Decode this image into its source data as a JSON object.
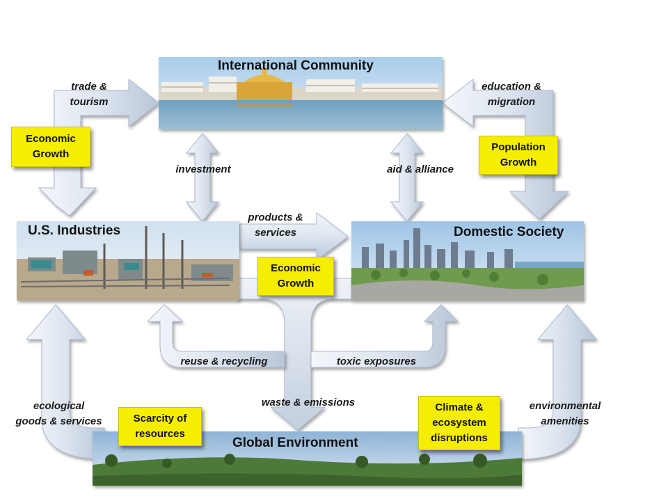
{
  "nodes": {
    "international": "International Community",
    "industries": "U.S. Industries",
    "domestic": "Domestic Society",
    "environment": "Global Environment"
  },
  "flows": {
    "trade": [
      "trade &",
      "tourism"
    ],
    "education": [
      "education &",
      "migration"
    ],
    "investment": "investment",
    "aid": "aid & alliance",
    "products": [
      "products &",
      "services"
    ],
    "reuse": "reuse & recycling",
    "toxic": "toxic exposures",
    "waste": "waste & emissions",
    "ecological": [
      "ecological",
      "goods & services"
    ],
    "amenities": [
      "environmental",
      "amenities"
    ]
  },
  "callouts": {
    "econ_growth_left": [
      "Economic",
      "Growth"
    ],
    "population_growth": [
      "Population",
      "Growth"
    ],
    "econ_growth_center": [
      "Economic",
      "Growth"
    ],
    "scarcity": [
      "Scarcity of",
      "resources"
    ],
    "climate": [
      "Climate &",
      "ecosystem",
      "disruptions"
    ]
  },
  "colors": {
    "callout_fill": "#f5ee00",
    "arrow_light": "#f4f7fb",
    "arrow_dark": "#b8c6da"
  }
}
